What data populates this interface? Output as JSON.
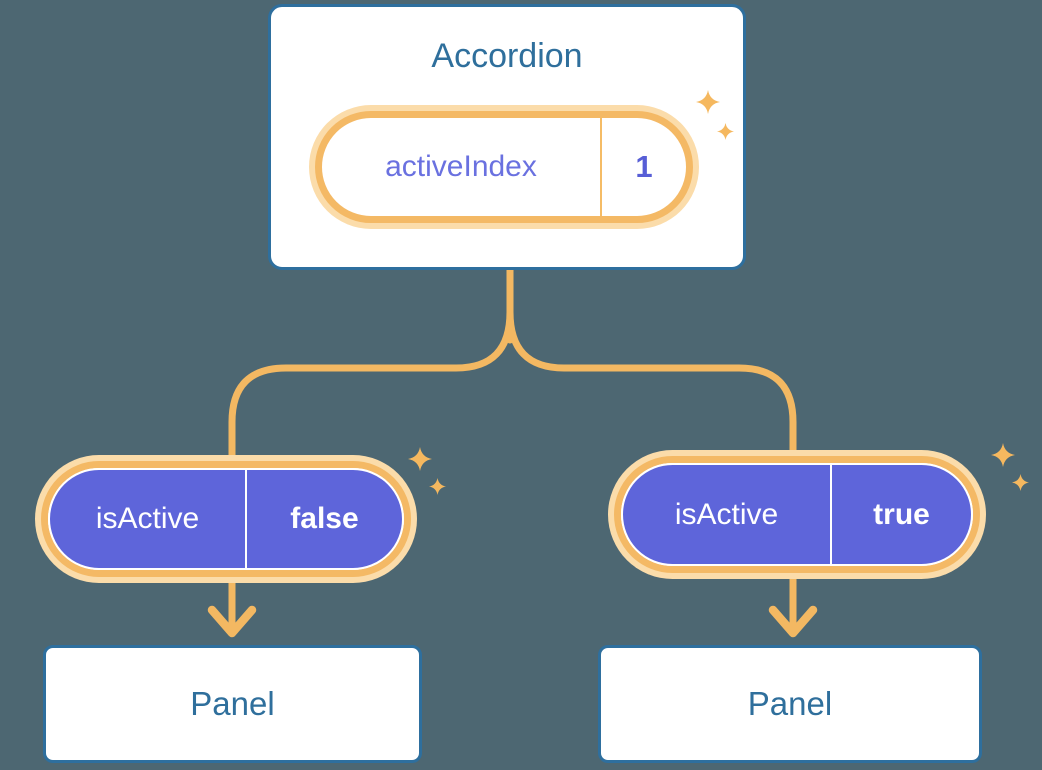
{
  "colors": {
    "background": "#4D6772",
    "node_border_blue": "#2E6F9E",
    "node_text_blue": "#2F6F9C",
    "connector_orange": "#F3B862",
    "pill_ring_orange": "#F4B965",
    "pill_ring_glow": "#FBDCAA",
    "pill_purple": "#5E65DA",
    "state_name_purple": "#6A71E0",
    "state_value_purple": "#575ED6",
    "sparkle_orange": "#F5B85F"
  },
  "tree": {
    "root": {
      "title": "Accordion",
      "state_pill": {
        "name": "activeIndex",
        "value": "1"
      }
    },
    "left": {
      "prop_pill": {
        "name": "isActive",
        "value": "false"
      },
      "panel_label": "Panel"
    },
    "right": {
      "prop_pill": {
        "name": "isActive",
        "value": "true"
      },
      "panel_label": "Panel"
    }
  }
}
